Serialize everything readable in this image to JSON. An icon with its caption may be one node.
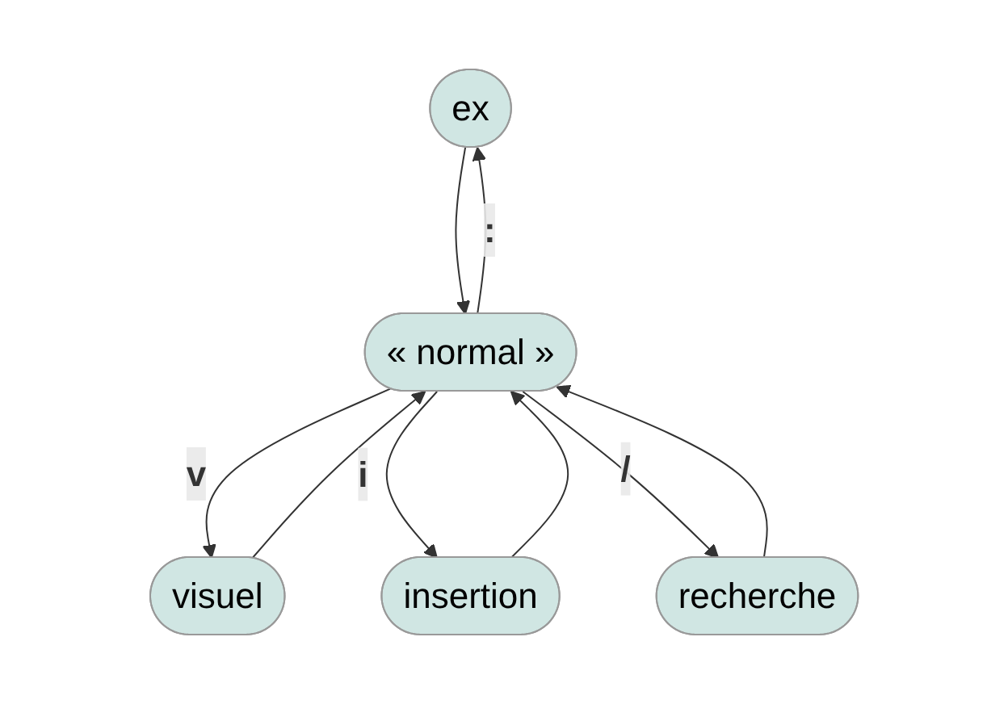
{
  "diagram": {
    "nodes": [
      {
        "text": [
          "ex"
        ]
      },
      {
        "text": [
          "visuel"
        ]
      },
      {
        "text": [
          "« normal »"
        ]
      },
      {
        "text": [
          "insertion"
        ]
      },
      {
        "text": [
          "recherche"
        ]
      }
    ],
    "edges": [
      {
        "from": 0,
        "to": 2,
        "arrow": "to"
      },
      {
        "from": 2,
        "to": 0,
        "arrow": "to",
        "label": ":"
      },
      {
        "from": 1,
        "to": 2,
        "arrow": "to"
      },
      {
        "from": 2,
        "to": 1,
        "arrow": "to",
        "label": "v"
      },
      {
        "from": 2,
        "to": 3,
        "arrow": "to",
        "label": "i"
      },
      {
        "from": 3,
        "to": 2,
        "arrow": "to"
      },
      {
        "from": 2,
        "to": 4,
        "arrow": "to",
        "label": "/"
      },
      {
        "from": 4,
        "to": 2,
        "arrow": "to"
      }
    ]
  }
}
